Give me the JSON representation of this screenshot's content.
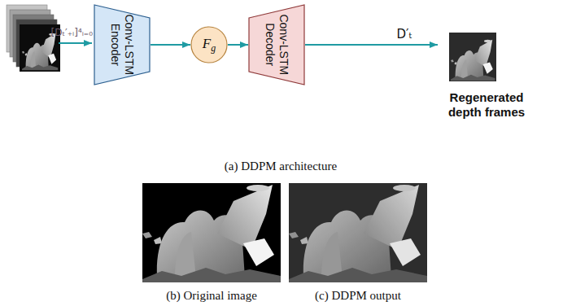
{
  "diagram": {
    "nodes": [
      {
        "text": [
          "Conv-LSTM Encoder"
        ]
      },
      {
        "text": [
          "Fg"
        ]
      },
      {
        "text": [
          "Conv-LSTM Decoder"
        ]
      },
      {
        "text": [
          "Regenerated depth frames"
        ]
      }
    ],
    "edges": [
      {
        "from": 0,
        "to": 1,
        "arrow": "to"
      },
      {
        "from": 1,
        "to": 2,
        "arrow": "to"
      },
      {
        "from": 2,
        "to": 3,
        "arrow": "to",
        "label": "D′ₜ"
      }
    ],
    "labels": [
      "[Dₜ′₊ᵢ]⁴ᵢ₌₀",
      "(a) DDPM architecture",
      "(b) Original image",
      "(c) DDPM output"
    ]
  }
}
